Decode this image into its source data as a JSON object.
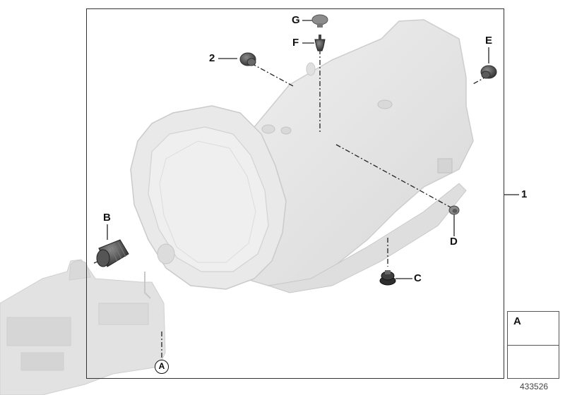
{
  "diagram": {
    "type": "exploded parts diagram",
    "subject": "automatic transmission housing with plugs and valve body",
    "image_number": "433526",
    "callouts": [
      {
        "id": "G",
        "label": "G",
        "part": "cap"
      },
      {
        "id": "F",
        "label": "F",
        "part": "breather plug"
      },
      {
        "id": "2",
        "label": "2",
        "part": "plug"
      },
      {
        "id": "E",
        "label": "E",
        "part": "plug"
      },
      {
        "id": "1",
        "label": "1",
        "part": "transmission assembly"
      },
      {
        "id": "D",
        "label": "D",
        "part": "plug"
      },
      {
        "id": "C",
        "label": "C",
        "part": "drain plug"
      },
      {
        "id": "B",
        "label": "B",
        "part": "connector sleeve"
      },
      {
        "id": "A",
        "label": "A",
        "part": "screw (reference)"
      }
    ],
    "legend": {
      "screw_label": "A",
      "arrow_icon": "reference-arrow"
    },
    "colors": {
      "housing": "#e6e6e6",
      "housing_edge": "#c9c9c9",
      "part_dark": "#3a3a3a",
      "frame": "#333333"
    }
  }
}
